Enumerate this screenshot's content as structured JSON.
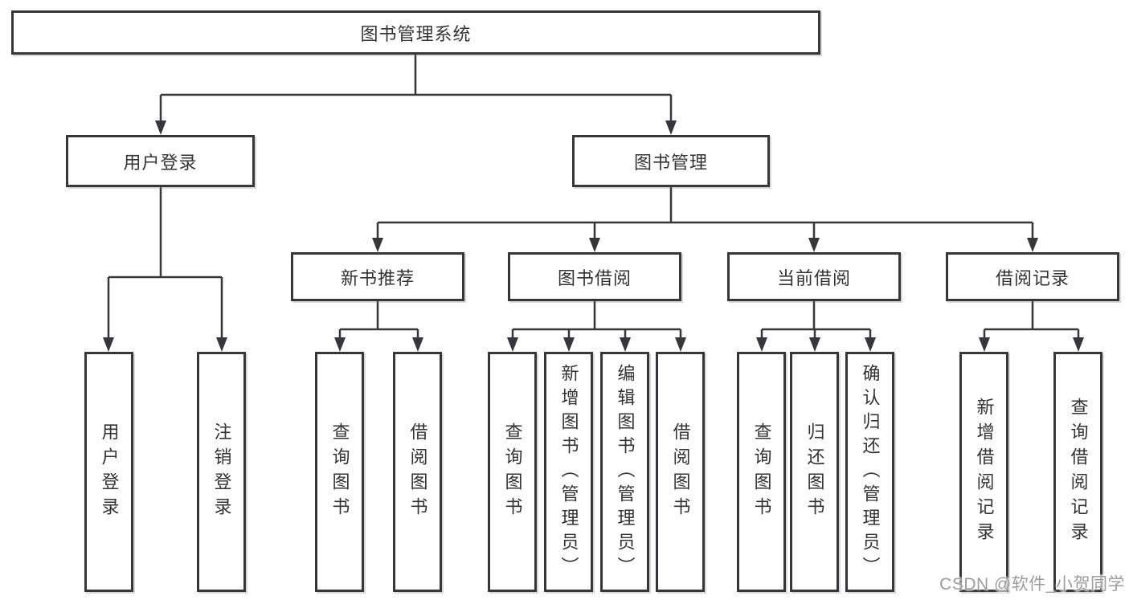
{
  "diagram": {
    "root": {
      "label": "图书管理系统"
    },
    "level2": {
      "user_login": {
        "label": "用户登录"
      },
      "book_management": {
        "label": "图书管理"
      }
    },
    "user_login_children": {
      "login": {
        "label": "用户登录"
      },
      "logout": {
        "label": "注销登录"
      }
    },
    "book_management_children": {
      "new_book_recommend": {
        "label": "新书推荐"
      },
      "book_borrow": {
        "label": "图书借阅"
      },
      "current_borrow": {
        "label": "当前借阅"
      },
      "borrow_record": {
        "label": "借阅记录"
      }
    },
    "new_book_recommend_children": {
      "query_book": {
        "label": "查询图书"
      },
      "borrow_book": {
        "label": "借阅图书"
      }
    },
    "book_borrow_children": {
      "query_book": {
        "label": "查询图书"
      },
      "add_book_admin": {
        "label": "新增图书（管理员）"
      },
      "edit_book_admin": {
        "label": "编辑图书（管理员）"
      },
      "borrow_book": {
        "label": "借阅图书"
      }
    },
    "current_borrow_children": {
      "query_book": {
        "label": "查询图书"
      },
      "return_book": {
        "label": "归还图书"
      },
      "confirm_return_admin": {
        "label": "确认归还（管理员）"
      }
    },
    "borrow_record_children": {
      "add_record": {
        "label": "新增借阅记录"
      },
      "query_record": {
        "label": "查询借阅记录"
      }
    }
  },
  "watermark": {
    "text": "CSDN @软件_小贺同学"
  },
  "colors": {
    "line": "#36373b",
    "box_border": "#36373b",
    "box_fill": "#ffffff",
    "text": "#333333",
    "watermark": "#9c9c9c"
  }
}
